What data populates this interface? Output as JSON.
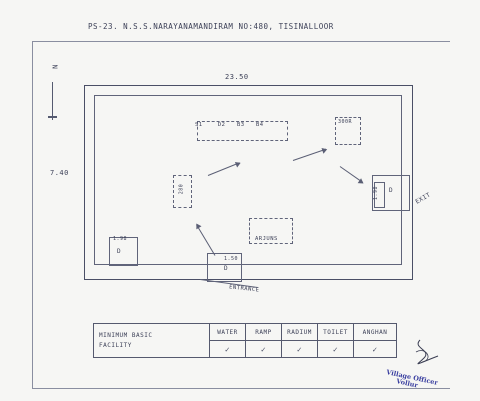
{
  "title": "PS-23. N.S.S.NARAYANAMANDIRAM NO:480, TISINALLOOR",
  "north_mark": "N",
  "dimensions": {
    "width": "23.50",
    "height": "7.40"
  },
  "rooms": {
    "speakers": [
      "S1",
      "D2",
      "B3",
      "B4"
    ],
    "small_box": "300R",
    "table_label": "280",
    "arjuna_label": "ARJUNS",
    "dining": {
      "size": "1.98",
      "door": "D"
    },
    "entrance": {
      "size": "1.50",
      "door": "D",
      "label": "ENTRANCE"
    },
    "exit": {
      "size": "1.98",
      "door": "D",
      "label": "EXIT"
    }
  },
  "facility_table": {
    "title_line1": "MINIMUM BASIC",
    "title_line2": "FACILITY",
    "columns": [
      "WATER",
      "RAMP",
      "RADIUM",
      "TOILET",
      "ANGHAN"
    ],
    "marks": [
      "✓",
      "✓",
      "✓",
      "✓",
      "✓"
    ]
  },
  "seal": {
    "line1": "Village Officer",
    "line2": "Vollur"
  },
  "colors": {
    "ink": "#3a3d52",
    "seal": "#3a3fa0",
    "paper": "#f6f6f4"
  }
}
